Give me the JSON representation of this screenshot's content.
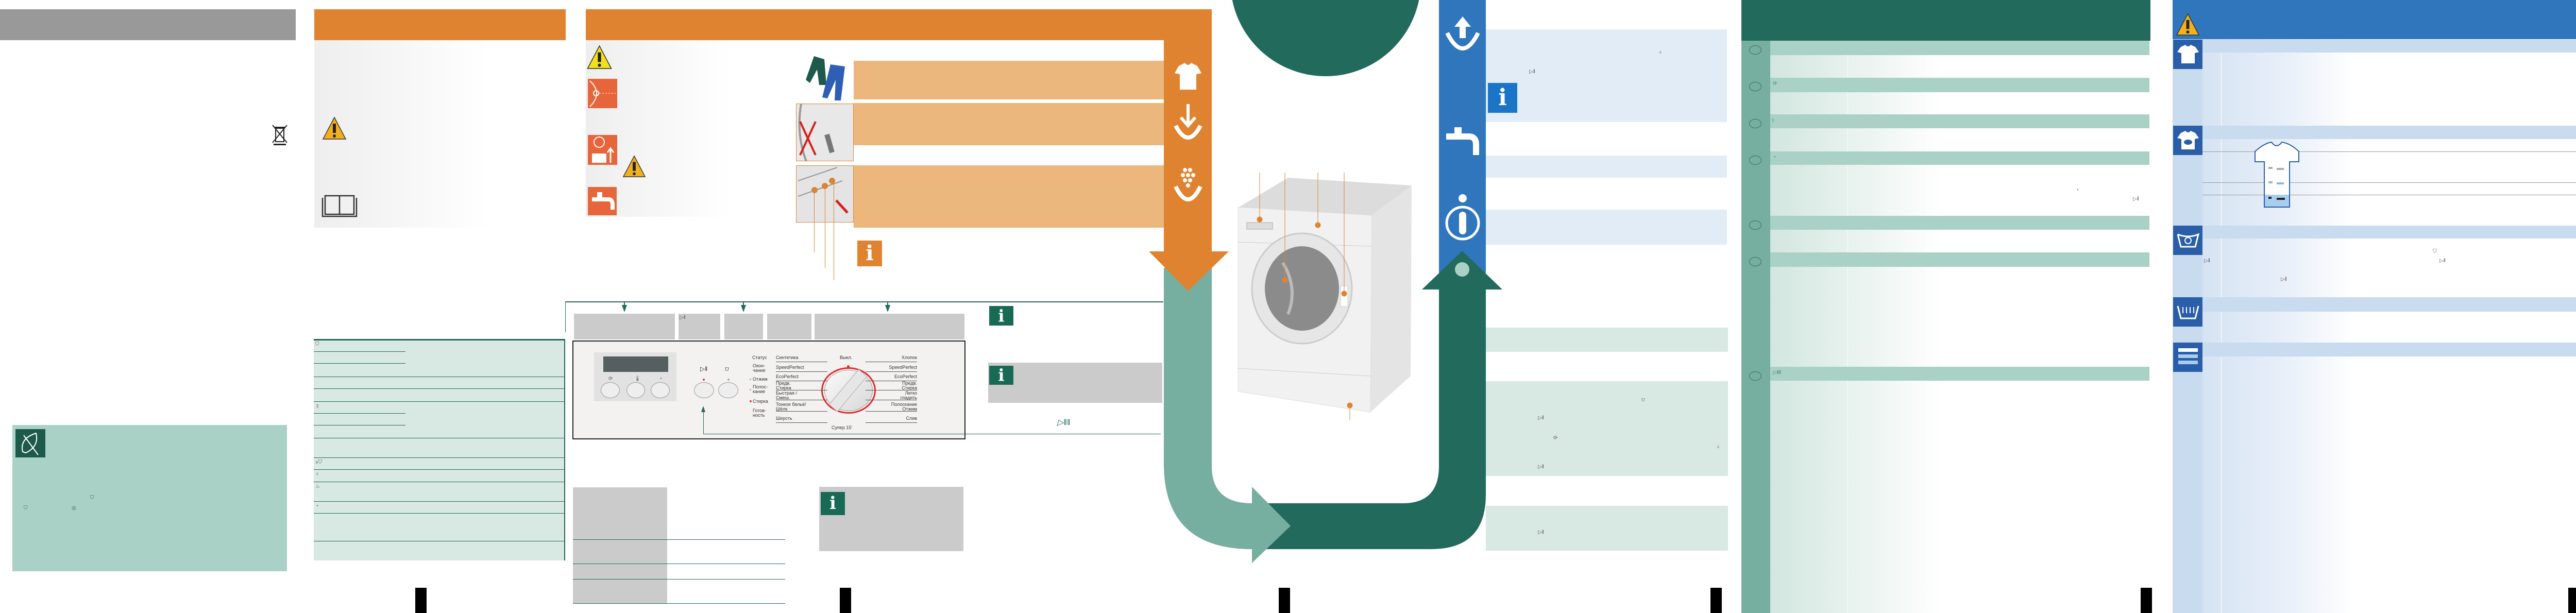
{
  "control_panel": {
    "status_labels": [
      "Статус",
      "Окон-\nчание",
      "Отжим",
      "Полос-\nкание",
      "Стирка",
      "Готов-\nность"
    ],
    "programs_left": [
      "Синтетика",
      "SpeedPerfect",
      "EcoPerfect",
      "Предв.\nСтирка",
      "Быстрая /\nСмеш.",
      "Тонкое бельё/\nШёлк",
      "Шерсть"
    ],
    "programs_right": [
      "Хлопок",
      "SpeedPerfect",
      "EcoPerfect",
      "Предв.\nСтирка",
      "Легко\nгладить",
      "Полоскание\nОтжим",
      "Слив"
    ],
    "dial_top": "Выкл.",
    "dial_bottom": "Супер 15'"
  },
  "icons": [
    "warning-icon",
    "recycle-bin-icon",
    "book-icon",
    "leaf-icon",
    "info-icon",
    "shirt-icon",
    "load-icon",
    "detergent-icon",
    "tap-icon",
    "start-pause-icon",
    "spin-icon",
    "temperature-icon",
    "timer-icon",
    "rinse-icon",
    "drain-icon",
    "upload-icon",
    "basin-icon",
    "layers-icon"
  ],
  "colors": {
    "orange": "#e08330",
    "peach": "#ecb77d",
    "dark_green": "#226a5c",
    "light_green": "#76ae9f",
    "mint": "#a9d1c6",
    "blue": "#2f76bd",
    "light_blue": "#c9dbef",
    "grey": "#999999"
  }
}
